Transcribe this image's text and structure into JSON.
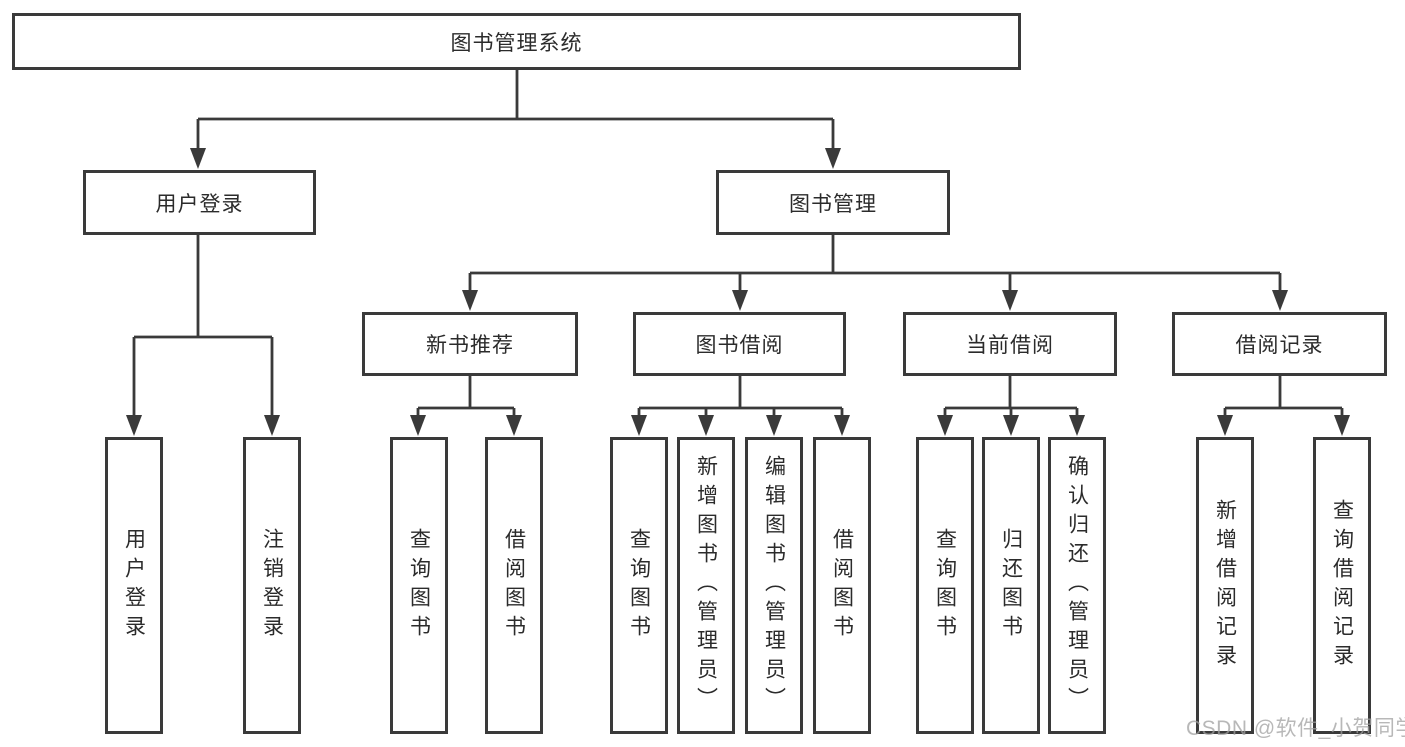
{
  "diagram_type": "functional-structure-tree",
  "colors": {
    "background": "#ffffff",
    "line": "#3a3a3a",
    "box_border": "#3a3a3a",
    "text": "#2b2b2b",
    "watermark": "#a0a0a0"
  },
  "tree": {
    "label": "图书管理系统",
    "children": [
      {
        "label": "用户登录",
        "children": [
          {
            "label": "用户登录"
          },
          {
            "label": "注销登录"
          }
        ]
      },
      {
        "label": "图书管理",
        "children": [
          {
            "label": "新书推荐",
            "children": [
              {
                "label": "查询图书"
              },
              {
                "label": "借阅图书"
              }
            ]
          },
          {
            "label": "图书借阅",
            "children": [
              {
                "label": "查询图书"
              },
              {
                "label": "新增图书（管理员）"
              },
              {
                "label": "编辑图书（管理员）"
              },
              {
                "label": "借阅图书"
              }
            ]
          },
          {
            "label": "当前借阅",
            "children": [
              {
                "label": "查询图书"
              },
              {
                "label": "归还图书"
              },
              {
                "label": "确认归还（管理员）"
              }
            ]
          },
          {
            "label": "借阅记录",
            "children": [
              {
                "label": "新增借阅记录"
              },
              {
                "label": "查询借阅记录"
              }
            ]
          }
        ]
      }
    ]
  },
  "watermark": {
    "text": "CSDN @软件_小贺同学"
  }
}
